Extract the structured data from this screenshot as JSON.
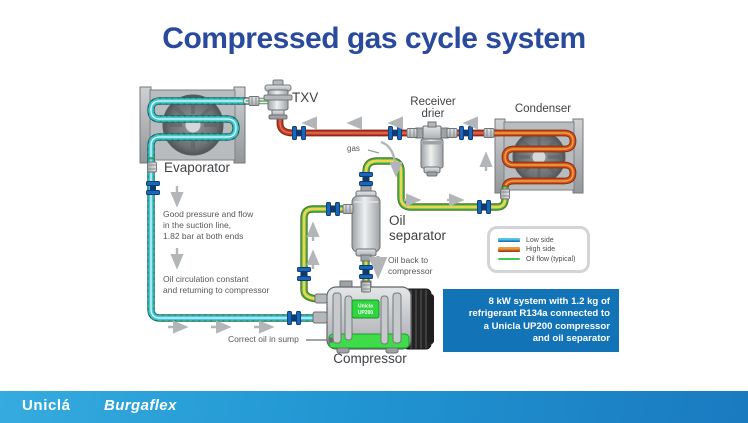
{
  "title": "Compressed gas cycle system",
  "diagram": {
    "components": {
      "evaporator": {
        "label": "Evaporator"
      },
      "txv": {
        "label": "TXV"
      },
      "receiver_drier": {
        "label": "Receiver\ndrier"
      },
      "condenser": {
        "label": "Condenser"
      },
      "oil_separator": {
        "label": "Oil\nseparator"
      },
      "compressor": {
        "label": "Compressor",
        "badge_line1": "Unicla",
        "badge_line2": "UP200"
      }
    },
    "annotations": {
      "gas": "gas",
      "suction_note": "Good pressure and flow\nin the suction line,\n1.82 bar at both ends",
      "oil_note": "Oil circulation constant\nand returning to compressor",
      "sump_note": "Correct oil in sump",
      "oil_back": "Oil back to\ncompressor"
    },
    "legend": {
      "items": [
        {
          "label": "Low side"
        },
        {
          "label": "High side"
        },
        {
          "label": "Oil flow (typical)"
        }
      ]
    },
    "info_box": {
      "text": "8 kW system with 1.2 kg of\nrefrigerant R134a connected to\na Unicla UP200 compressor\nand oil separator"
    }
  },
  "footer": {
    "brand1": "Uniclá",
    "brand2": "Burgaflex"
  },
  "colors": {
    "title": "#2a4b9d",
    "info_box_bg": "#1373b7",
    "low_side": "#41c6e6",
    "high_side": "#c33c25",
    "oil_flow": "#3ec94f",
    "footer_top": "#35abdf",
    "footer_bottom": "#1a7ac0"
  }
}
